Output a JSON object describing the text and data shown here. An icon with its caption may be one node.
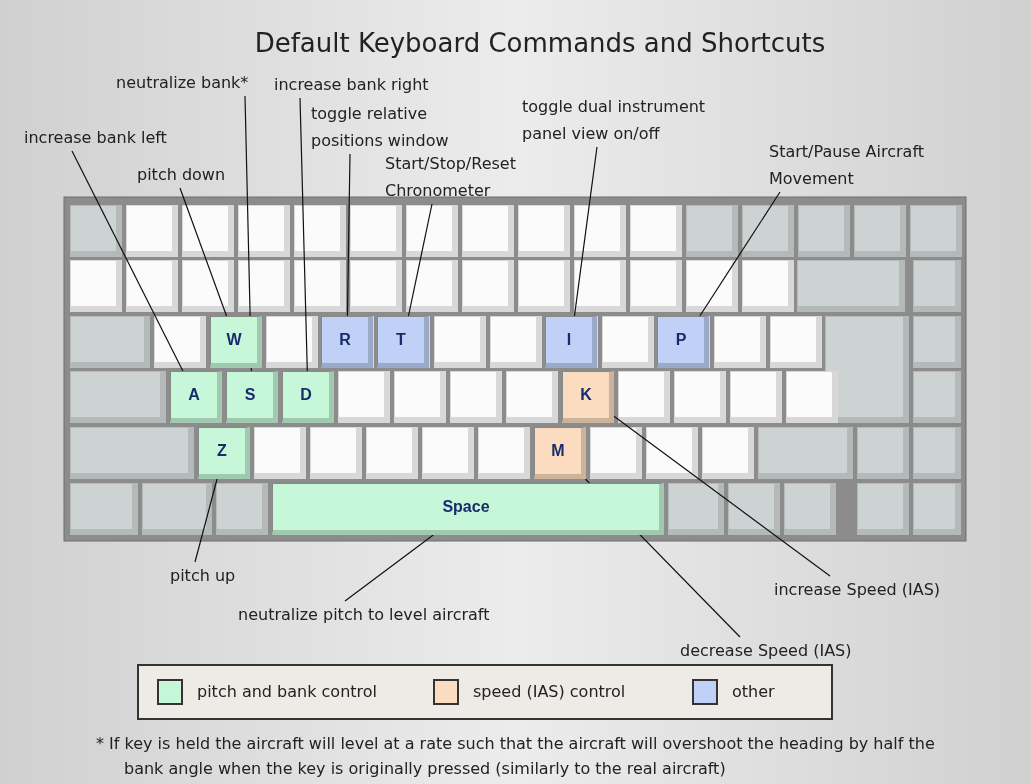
{
  "diagram": {
    "title": "Default Keyboard Commands and Shortcuts",
    "caption": "* If key is held the aircraft will level at a rate such that the aircraft will overshoot the heading by half the bank angle when the key is originally pressed (similarly to the real aircraft)",
    "nodes": [
      {
        "text": [
          "increase bank left"
        ]
      },
      {
        "text": [
          "neutralize bank*"
        ]
      },
      {
        "text": [
          "increase bank right"
        ]
      },
      {
        "text": [
          "toggle relative positions window"
        ]
      },
      {
        "text": [
          "pitch down"
        ]
      },
      {
        "text": [
          "Start/Stop/Reset Chronometer"
        ]
      },
      {
        "text": [
          "toggle dual instrument panel view on/off"
        ]
      },
      {
        "text": [
          "Start/Pause Aircraft Movement"
        ]
      },
      {
        "text": [
          "W"
        ]
      },
      {
        "text": [
          "R"
        ]
      },
      {
        "text": [
          "T"
        ]
      },
      {
        "text": [
          "I"
        ]
      },
      {
        "text": [
          "P"
        ]
      },
      {
        "text": [
          "A"
        ]
      },
      {
        "text": [
          "S"
        ]
      },
      {
        "text": [
          "D"
        ]
      },
      {
        "text": [
          "K"
        ]
      },
      {
        "text": [
          "Z"
        ]
      },
      {
        "text": [
          "M"
        ]
      },
      {
        "text": [
          "Space"
        ]
      },
      {
        "text": [
          "pitch up"
        ]
      },
      {
        "text": [
          "neutralize pitch to level aircraft"
        ]
      },
      {
        "text": [
          "increase Speed (IAS)"
        ]
      },
      {
        "text": [
          "decrease Speed (IAS)"
        ]
      }
    ],
    "edges": [
      {
        "from": 0,
        "to": 13,
        "arrow": "none"
      },
      {
        "from": 1,
        "to": 14,
        "arrow": "none"
      },
      {
        "from": 2,
        "to": 15,
        "arrow": "none"
      },
      {
        "from": 3,
        "to": 9,
        "arrow": "none"
      },
      {
        "from": 4,
        "to": 8,
        "arrow": "none"
      },
      {
        "from": 5,
        "to": 10,
        "arrow": "none"
      },
      {
        "from": 6,
        "to": 11,
        "arrow": "none"
      },
      {
        "from": 7,
        "to": 12,
        "arrow": "none"
      },
      {
        "from": 20,
        "to": 17,
        "arrow": "none"
      },
      {
        "from": 21,
        "to": 19,
        "arrow": "none"
      },
      {
        "from": 22,
        "to": 16,
        "arrow": "none"
      },
      {
        "from": 23,
        "to": 18,
        "arrow": "none"
      }
    ],
    "legend": [
      {
        "text": "pitch and bank control",
        "color": "#c5f7d8"
      },
      {
        "text": "speed (IAS) control",
        "color": "#fbdcc0"
      },
      {
        "text": "other",
        "color": "#bfd1f7"
      }
    ]
  }
}
